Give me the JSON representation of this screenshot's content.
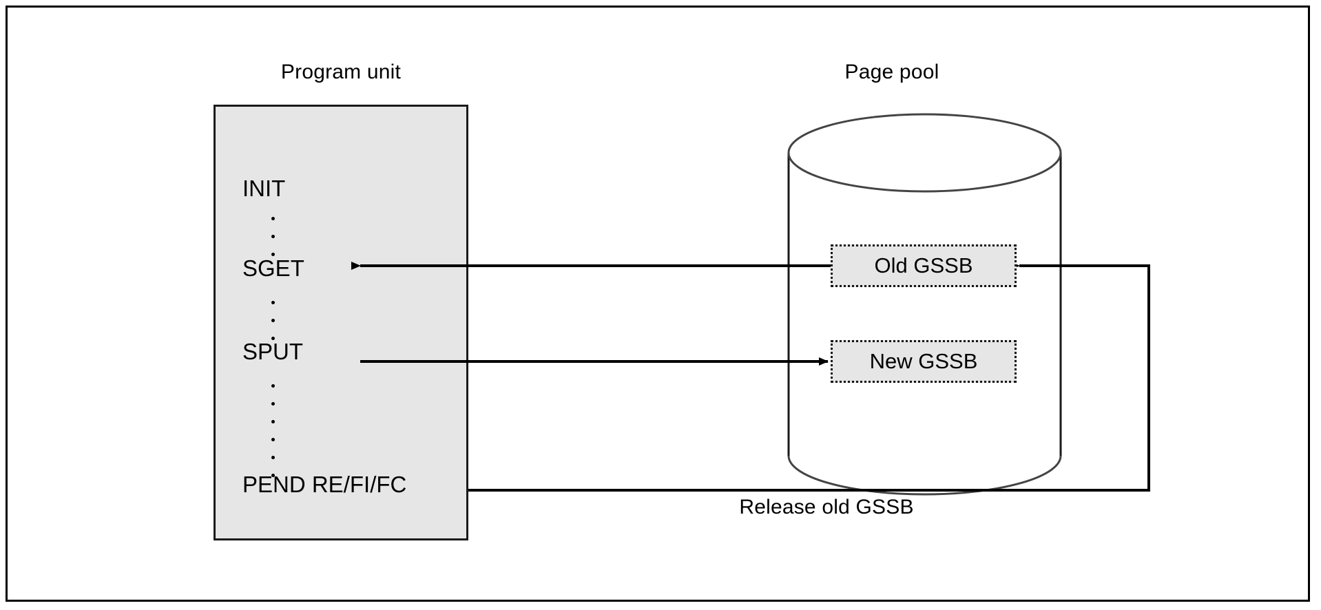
{
  "diagram": {
    "title_program_unit": "Program unit",
    "title_page_pool": "Page pool",
    "release_label": "Release old GSSB",
    "program_unit": {
      "steps": [
        {
          "label": "INIT"
        },
        {
          "label": "SGET"
        },
        {
          "label": "SPUT"
        },
        {
          "label": "PEND RE/FI/FC"
        }
      ],
      "separator_dots": [
        3,
        3,
        6
      ],
      "fill_color": "#e6e6e6",
      "border_color": "#1a1a1a"
    },
    "page_pool": {
      "blocks": [
        {
          "label": "Old GSSB"
        },
        {
          "label": "New GSSB"
        }
      ],
      "fill_color": "#e6e6e6",
      "border_style": "dotted",
      "cylinder_color": "#333333"
    },
    "arrows": [
      {
        "name": "sget-read-arrow",
        "from": "Old GSSB",
        "to": "SGET",
        "direction": "left"
      },
      {
        "name": "sput-write-arrow",
        "from": "SPUT",
        "to": "New GSSB",
        "direction": "right"
      },
      {
        "name": "release-return-arrow",
        "from": "PEND RE/FI/FC",
        "to": "Old GSSB",
        "direction": "left"
      }
    ],
    "colors": {
      "line": "#000000",
      "background": "#ffffff",
      "box_fill": "#e6e6e6"
    }
  }
}
